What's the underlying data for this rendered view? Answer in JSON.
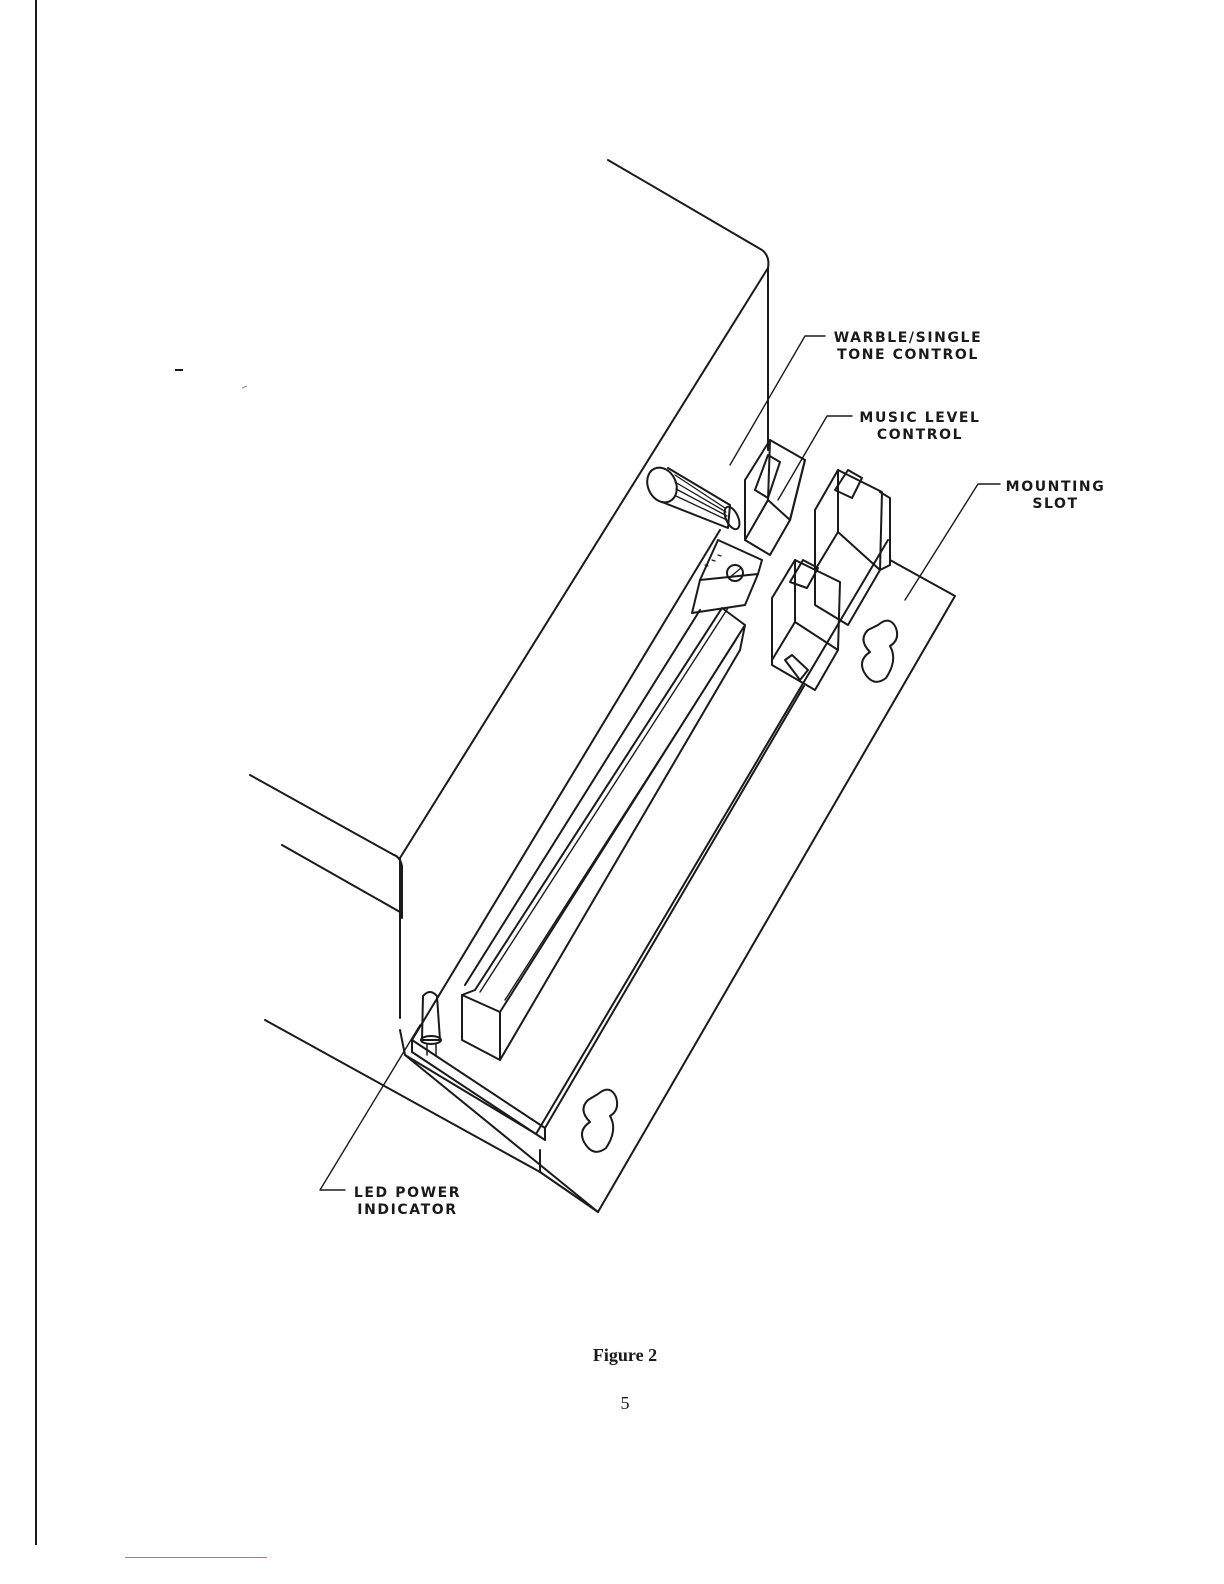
{
  "figure": {
    "callouts": {
      "warble_line1": "WARBLE/SINGLE",
      "warble_line2": "TONE CONTROL",
      "music_line1": "MUSIC LEVEL",
      "music_line2": "CONTROL",
      "mounting_line1": "MOUNTING",
      "mounting_line2": "SLOT",
      "led_line1": "LED POWER",
      "led_line2": "INDICATOR"
    },
    "caption": "Figure 2"
  },
  "page_number": "5",
  "colors": {
    "ink": "#1a1a1a",
    "paper": "#ffffff"
  }
}
